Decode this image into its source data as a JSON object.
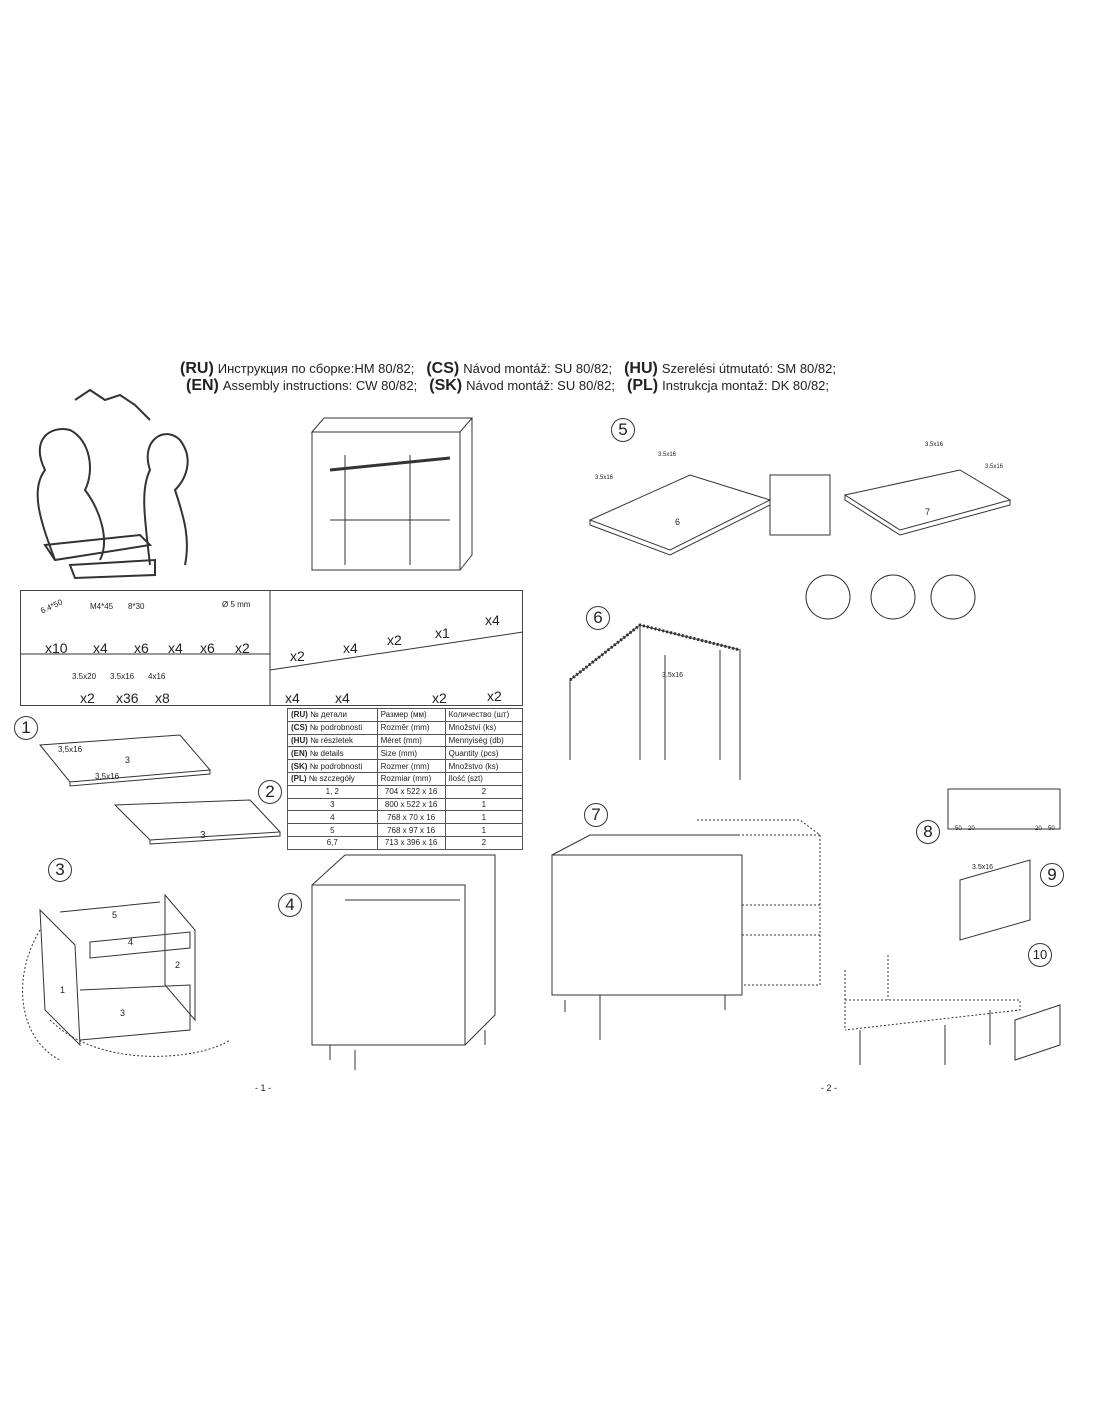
{
  "header": [
    {
      "code": "(RU)",
      "text": "Инструкция по сборке:HM 80/82;"
    },
    {
      "code": "(CS)",
      "text": "Návod montáž: SU 80/82;"
    },
    {
      "code": "(HU)",
      "text": "Szerelési útmutató: SM 80/82;"
    },
    {
      "code": "(EN)",
      "text": "Assembly instructions: CW 80/82;"
    },
    {
      "code": "(SK)",
      "text": "Návod montáž: SU 80/82;"
    },
    {
      "code": "(PL)",
      "text": "Instrukcja montaž: DK 80/82;"
    }
  ],
  "parts": {
    "fittings": [
      {
        "size": "6.4*50",
        "qty": "x10"
      },
      {
        "size": "M4*45",
        "qty": "x4"
      },
      {
        "size": "8*30",
        "qty": "x6"
      },
      {
        "size": "",
        "qty": "x4"
      },
      {
        "size": "",
        "qty": "x6"
      },
      {
        "size": "Ø 5 mm",
        "qty": "x2"
      }
    ],
    "screws": [
      {
        "size": "3.5x20",
        "qty": "x2"
      },
      {
        "size": "3.5x16",
        "qty": "x36"
      },
      {
        "size": "4x16",
        "qty": "x8"
      }
    ],
    "hardware_top": [
      "x2",
      "x4",
      "x2",
      "x1",
      "x4"
    ],
    "hardware_bottom": [
      "x4",
      "x4",
      "x2",
      "x2"
    ]
  },
  "table": {
    "header_rows": [
      [
        "(RU)",
        "№ детали",
        "Размер  (мм)",
        "Количество (шт)"
      ],
      [
        "(CS)",
        "№ podrobnosti",
        "Rozměr (mm)",
        "Množství (ks)"
      ],
      [
        "(HU)",
        "№ részletek",
        "Méret (mm)",
        "Mennyiség (db)"
      ],
      [
        "(EN)",
        "№ details",
        "Size (mm)",
        "Quantity  (pcs)"
      ],
      [
        "(SK)",
        "№ podrobnosti",
        "Rozmer (mm)",
        "Množstvo (ks)"
      ],
      [
        "(PL)",
        "№ szczegóły",
        "Rozmiar (mm)",
        "Ilość (szt)"
      ]
    ],
    "rows": [
      [
        "1, 2",
        "704 x 522 x 16",
        "2"
      ],
      [
        "3",
        "800 x 522 x 16",
        "1"
      ],
      [
        "4",
        "768 x 70 x 16",
        "1"
      ],
      [
        "5",
        "768 x 97 x 16",
        "1"
      ],
      [
        "6,7",
        "713 x 396 x 16",
        "2"
      ]
    ]
  },
  "steps": [
    "1",
    "2",
    "3",
    "4",
    "5",
    "6",
    "7",
    "8",
    "9",
    "10"
  ],
  "labels": {
    "screw": "3,5x16",
    "screw_b": "3.5x16",
    "p1": "1",
    "p2": "2",
    "p3": "3",
    "p4": "4",
    "p5": "5",
    "p6": "6",
    "p7": "7",
    "d50": "50",
    "d20": "20"
  },
  "pages": [
    "- 1 -",
    "- 2 -"
  ]
}
